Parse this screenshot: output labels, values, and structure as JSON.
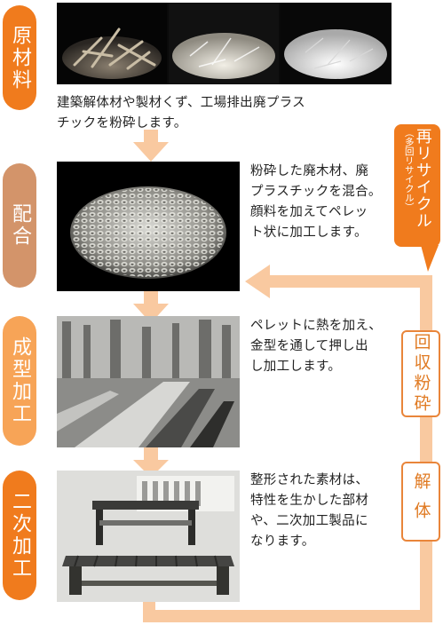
{
  "steps": [
    {
      "label": "原材料",
      "color": "#f07b1d"
    },
    {
      "label": "配合",
      "color": "#d3946a"
    },
    {
      "label": "成型加工",
      "color": "#f7a457"
    },
    {
      "label": "二次加工",
      "color": "#f07b1d"
    }
  ],
  "descriptions": {
    "raw_line1": "建築解体材や製材くず、工場排出廃プラス",
    "raw_line2": "チックを粉砕します。",
    "mix_line1": "粉砕した廃木材、廃",
    "mix_line2": "プラスチックを混合。",
    "mix_line3": "顔料を加えてペレッ",
    "mix_line4": "ト状に加工します。",
    "mold_line1": "ペレットに熱を加え、",
    "mold_line2": "金型を通して押し出",
    "mold_line3": "し加工します。",
    "sec_line1": "整形された素材は、",
    "sec_line2": "特性を生かした部材",
    "sec_line3": "や、二次加工製品に",
    "sec_line4": "なります。"
  },
  "recycle": {
    "title": "再リサイクル",
    "subtitle": "（多回リサイクル）",
    "crush_label": "回収粉砕",
    "dismantle_label": "解体"
  },
  "colors": {
    "accent": "#f07b1d",
    "flow": "#f9c9a0",
    "tan": "#d3946a"
  }
}
